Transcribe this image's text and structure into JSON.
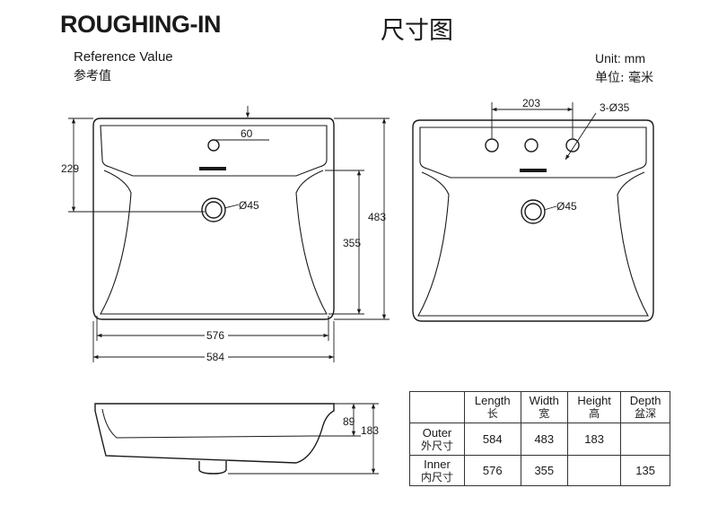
{
  "header": {
    "title_en": "ROUGHING-IN",
    "title_cn": "尺寸图",
    "reference_en": "Reference Value",
    "reference_cn": "参考值",
    "unit_en": "Unit: mm",
    "unit_cn": "单位: 毫米"
  },
  "front_view_single_hole": {
    "hole_spacing_label": "60",
    "drain_label": "Ø45",
    "height_229": "229",
    "inner_depth_355": "355",
    "outer_depth_483": "483",
    "inner_width_576": "576",
    "outer_width_584": "584"
  },
  "front_view_three_hole": {
    "hole_spacing_label": "203",
    "hole_count_label": "3-Ø35",
    "drain_label": "Ø45"
  },
  "side_view": {
    "bowl_height_89": "89",
    "total_height_183": "183"
  },
  "spec_table": {
    "headers": [
      {
        "en": "",
        "cn": ""
      },
      {
        "en": "Length",
        "cn": "长"
      },
      {
        "en": "Width",
        "cn": "宽"
      },
      {
        "en": "Height",
        "cn": "高"
      },
      {
        "en": "Depth",
        "cn": "盆深"
      }
    ],
    "rows": [
      {
        "en": "Outer",
        "cn": "外尺寸",
        "values": [
          "584",
          "483",
          "183",
          ""
        ]
      },
      {
        "en": "Inner",
        "cn": "内尺寸",
        "values": [
          "576",
          "355",
          "",
          "135"
        ]
      }
    ]
  }
}
